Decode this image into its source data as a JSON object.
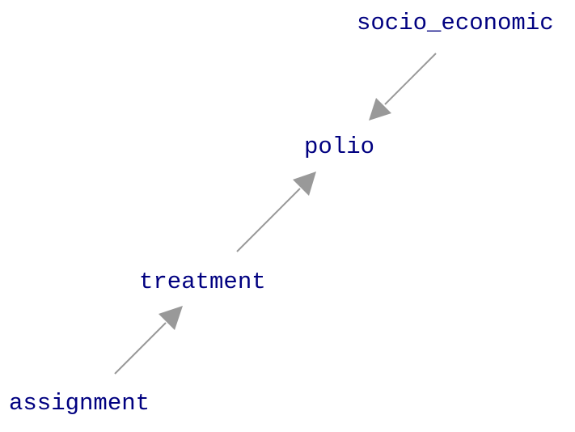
{
  "diagram": {
    "nodes": [
      {
        "id": "socio_economic",
        "label": "socio_economic"
      },
      {
        "id": "polio",
        "label": "polio"
      },
      {
        "id": "treatment",
        "label": "treatment"
      },
      {
        "id": "assignment",
        "label": "assignment"
      }
    ],
    "edges": [
      {
        "from": "socio_economic",
        "to": "polio"
      },
      {
        "from": "treatment",
        "to": "polio"
      },
      {
        "from": "assignment",
        "to": "treatment"
      }
    ],
    "colors": {
      "node_text": "#000080",
      "edge": "#999999",
      "background": "#ffffff"
    }
  }
}
